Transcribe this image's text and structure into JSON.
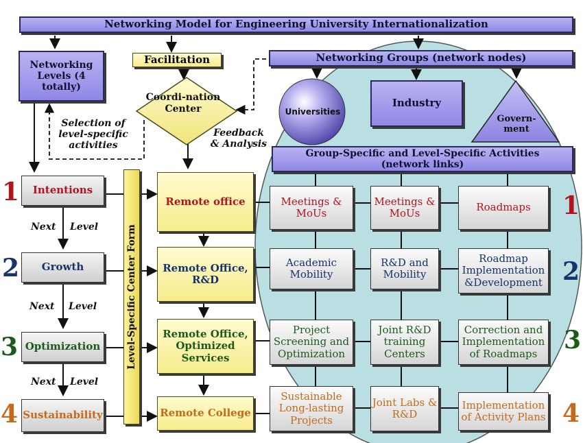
{
  "title": "Networking Model for Engineering University Internationalization",
  "networking_levels": "Networking Levels (4 totally)",
  "facilitation": "Facilitation",
  "coordination_center": "Coordi-nation Center",
  "networking_groups": "Networking Groups (network nodes)",
  "groups": {
    "universities": "Universities",
    "industry": "Industry",
    "government": "Govern-ment"
  },
  "group_activities": "Group-Specific and Level-Specific Activities (network links)",
  "labels": {
    "selection": "Selection of level-specific activities",
    "feedback": "Feedback & Analysis",
    "next_level": [
      "Next",
      "Level"
    ],
    "form": "Level-Specific Center Form"
  },
  "levels": [
    {
      "number": "1",
      "name": "Intentions",
      "center": "Remote office",
      "activities": [
        "Meetings & MoUs",
        "Meetings & MoUs",
        "Roadmaps"
      ]
    },
    {
      "number": "2",
      "name": "Growth",
      "center": "Remote Office, R&D",
      "activities": [
        "Academic Mobility",
        "R&D and Mobility",
        "Roadmap Implementation &Development"
      ]
    },
    {
      "number": "3",
      "name": "Optimization",
      "center": "Remote Office, Optimized Services",
      "activities": [
        "Project Screening and Optimization",
        "Joint R&D training Centers",
        "Correction and Implementation of Roadmaps"
      ]
    },
    {
      "number": "4",
      "name": "Sustainability",
      "center": "Remote College",
      "activities": [
        "Sustainable Long-lasting Projects",
        "Joint Labs & R&D",
        "Implementation of Activity Plans"
      ]
    }
  ],
  "colors": {
    "level1": "#b3121f",
    "level2": "#16336b",
    "level3": "#1c5a1c",
    "level4": "#c46a1a",
    "ellipse": "#b9dfe3",
    "purple": "#a19bec"
  }
}
